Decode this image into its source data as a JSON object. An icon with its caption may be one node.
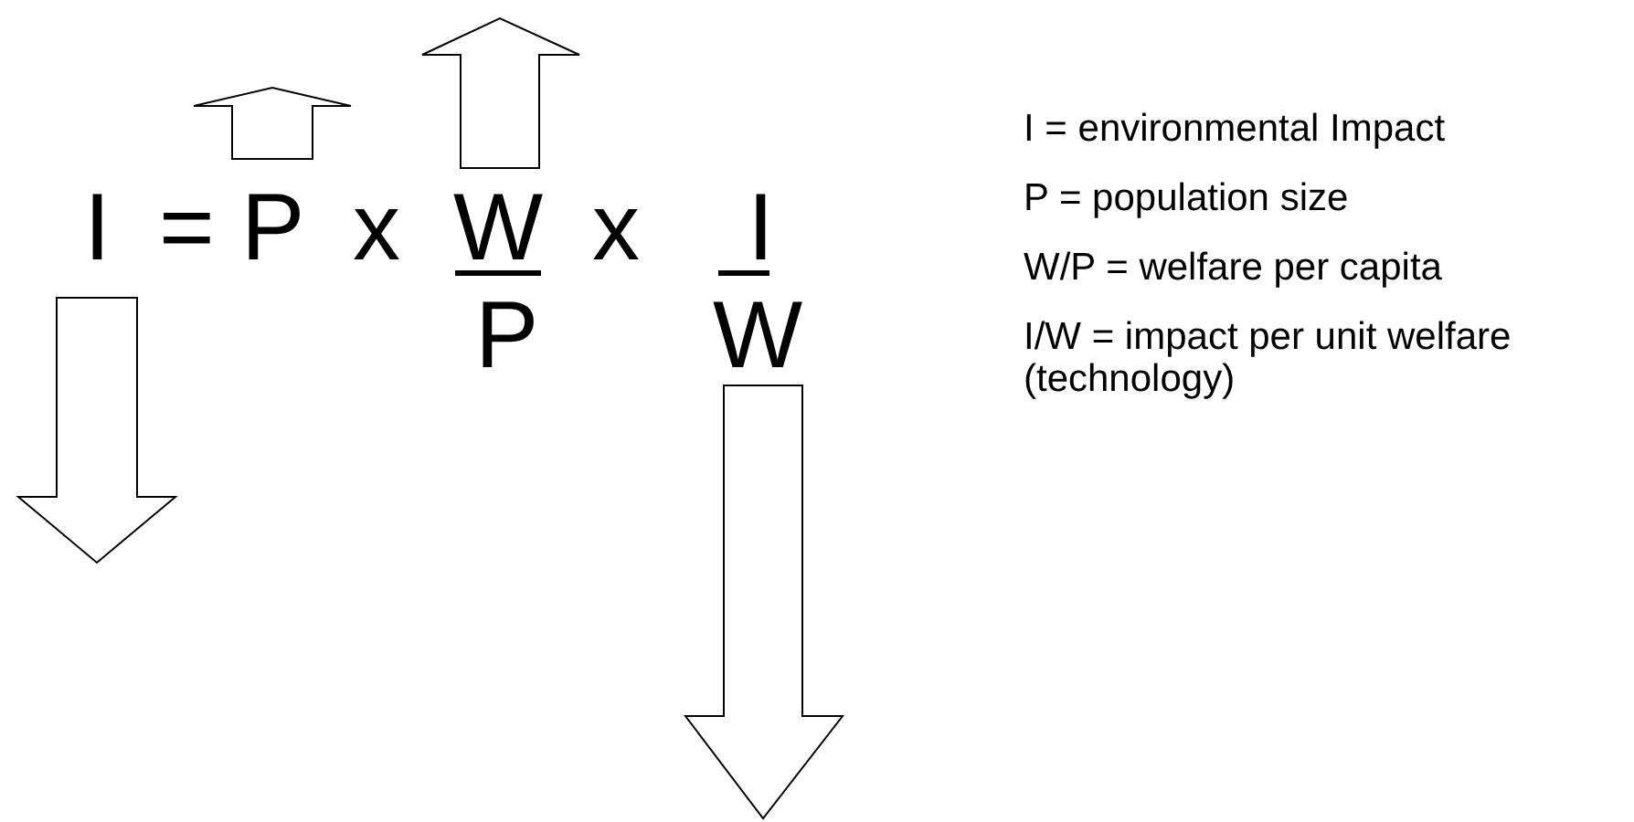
{
  "diagram": {
    "labels": [
      "I",
      "=",
      "P",
      "x",
      "W",
      "P",
      "x",
      "I",
      "W",
      "I = environmental Impact",
      "P = population size",
      "W/P = welfare per capita",
      "I/W = impact per unit welfare (technology)"
    ]
  }
}
